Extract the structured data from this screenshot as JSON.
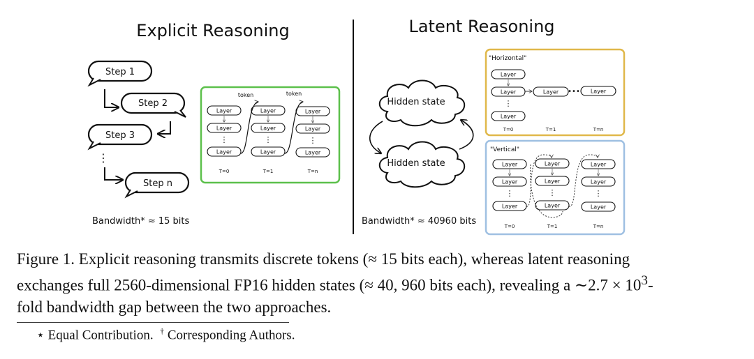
{
  "figure": {
    "explicit": {
      "title": "Explicit Reasoning",
      "steps": [
        "Step 1",
        "Step 2",
        "Step 3",
        "Step n"
      ],
      "dots": "⋮",
      "token_label": "token",
      "layer_label": "Layer",
      "time_labels": [
        "T=0",
        "T=1",
        "T=n"
      ],
      "bandwidth": "Bandwidth* ≈ 15 bits",
      "box_color": "#5cc04b"
    },
    "latent": {
      "title": "Latent Reasoning",
      "hidden_state": "Hidden state",
      "horizontal_label": "\"Horizontal\"",
      "vertical_label": "\"Vertical\"",
      "layer_label": "Layer",
      "time_labels": [
        "T=0",
        "T=1",
        "T=n"
      ],
      "bandwidth": "Bandwidth* ≈ 40960 bits",
      "horizontal_color": "#e0b84a",
      "vertical_color": "#9fc0e2"
    }
  },
  "caption": {
    "line1": "Figure 1. Explicit reasoning transmits discrete tokens (≈ 15 bits each), whereas latent reasoning",
    "line2_start": "exchanges full 2560-dimensional FP16 hidden states (≈ 40, 960 bits each), revealing a ∼2.7 × 10",
    "line2_sup": "3",
    "line2_end": "-",
    "line3": "fold bandwidth gap between the two approaches."
  },
  "footnote": {
    "star": "⋆",
    "equal": "Equal Contribution.",
    "dagger": "†",
    "corresponding": "Corresponding Authors."
  }
}
